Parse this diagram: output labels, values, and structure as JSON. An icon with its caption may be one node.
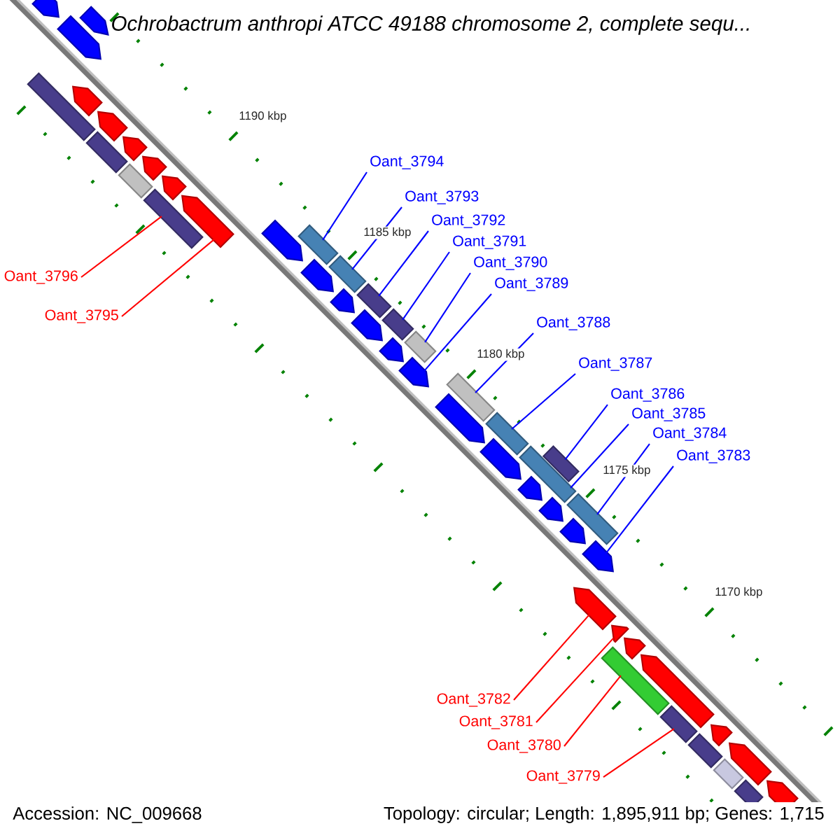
{
  "diagram": {
    "title": "Ochrobactrum anthropi ATCC 49188 chromosome 2, complete sequ...",
    "nodes": [
      {
        "text": [
          "Oant_3794"
        ]
      },
      {
        "text": [
          "Oant_3793"
        ]
      },
      {
        "text": [
          "Oant_3792"
        ]
      },
      {
        "text": [
          "Oant_3791"
        ]
      },
      {
        "text": [
          "Oant_3790"
        ]
      },
      {
        "text": [
          "Oant_3796"
        ]
      },
      {
        "text": [
          "Oant_3789"
        ]
      },
      {
        "text": [
          "Oant_3795"
        ]
      },
      {
        "text": [
          "Oant_3788"
        ]
      },
      {
        "text": [
          "Oant_3787"
        ]
      },
      {
        "text": [
          "Oant_3786"
        ]
      },
      {
        "text": [
          "Oant_3785"
        ]
      },
      {
        "text": [
          "Oant_3784"
        ]
      },
      {
        "text": [
          "Oant_3783"
        ]
      },
      {
        "text": [
          "Oant_3782"
        ]
      },
      {
        "text": [
          "Oant_3781"
        ]
      },
      {
        "text": [
          "Oant_3780"
        ]
      },
      {
        "text": [
          "Oant_3779"
        ]
      },
      {
        "text": [],
        "shape": "arrow"
      },
      {
        "text": [],
        "shape": "arrow"
      },
      {
        "text": [],
        "shape": "arrow"
      },
      {
        "text": [],
        "shape": "box"
      },
      {
        "text": [],
        "shape": "arrow"
      },
      {
        "text": [],
        "shape": "arrow"
      },
      {
        "text": [],
        "shape": "box"
      },
      {
        "text": [],
        "shape": "arrow"
      },
      {
        "text": [],
        "shape": "arrow"
      },
      {
        "text": [],
        "shape": "box"
      },
      {
        "text": [],
        "shape": "arrow"
      },
      {
        "text": [],
        "shape": "box"
      },
      {
        "text": [],
        "shape": "arrow"
      },
      {
        "text": [],
        "shape": "arrow"
      },
      {
        "text": [],
        "shape": "box"
      },
      {
        "text": [],
        "shape": "arrow"
      },
      {
        "text": [],
        "shape": "box"
      },
      {
        "text": [],
        "shape": "arrow"
      },
      {
        "text": [],
        "shape": "box"
      },
      {
        "text": [],
        "shape": "arrow"
      },
      {
        "text": [],
        "shape": "box"
      },
      {
        "text": [],
        "shape": "arrow"
      },
      {
        "text": [],
        "shape": "box"
      },
      {
        "text": [],
        "shape": "arrow"
      },
      {
        "text": [],
        "shape": "box"
      },
      {
        "text": [],
        "shape": "arrow"
      },
      {
        "text": [],
        "shape": "box"
      },
      {
        "text": [],
        "shape": "arrow"
      },
      {
        "text": [],
        "shape": "box"
      },
      {
        "text": [],
        "shape": "box"
      },
      {
        "text": [],
        "shape": "arrow"
      },
      {
        "text": [],
        "shape": "arrow"
      },
      {
        "text": [],
        "shape": "box"
      },
      {
        "text": [],
        "shape": "arrow"
      },
      {
        "text": [],
        "shape": "arrow"
      },
      {
        "text": [],
        "shape": "arrow"
      },
      {
        "text": [],
        "shape": "arrow"
      },
      {
        "text": [],
        "shape": "box"
      },
      {
        "text": [],
        "shape": "arrow"
      },
      {
        "text": [],
        "shape": "arrow"
      },
      {
        "text": [],
        "shape": "box"
      },
      {
        "text": [],
        "shape": "box"
      },
      {
        "text": [],
        "shape": "arrow"
      },
      {
        "text": [],
        "shape": "arrow"
      },
      {
        "text": [],
        "shape": "box"
      },
      {
        "text": [],
        "shape": "arrow"
      },
      {
        "text": [],
        "shape": "box"
      }
    ],
    "edges": [
      {
        "from": 0,
        "to": 32,
        "arrow": "none"
      },
      {
        "from": 1,
        "to": 34,
        "arrow": "none"
      },
      {
        "from": 2,
        "to": 36,
        "arrow": "none"
      },
      {
        "from": 3,
        "to": 38,
        "arrow": "none"
      },
      {
        "from": 4,
        "to": 40,
        "arrow": "none"
      },
      {
        "from": 5,
        "to": 29,
        "arrow": "none",
        "color": "#ff0000"
      },
      {
        "from": 6,
        "to": 41,
        "arrow": "none"
      },
      {
        "from": 7,
        "to": 30,
        "arrow": "none",
        "color": "#ff0000"
      },
      {
        "from": 8,
        "to": 42,
        "arrow": "none"
      },
      {
        "from": 9,
        "to": 44,
        "arrow": "none"
      },
      {
        "from": 10,
        "to": 47,
        "arrow": "none"
      },
      {
        "from": 11,
        "to": 46,
        "arrow": "none"
      },
      {
        "from": 12,
        "to": 50,
        "arrow": "none"
      },
      {
        "from": 13,
        "to": 52,
        "arrow": "none"
      },
      {
        "from": 14,
        "to": 53,
        "arrow": "none",
        "color": "#ff0000"
      },
      {
        "from": 15,
        "to": 54,
        "arrow": "none",
        "color": "#ff0000"
      },
      {
        "from": 16,
        "to": 55,
        "arrow": "none",
        "color": "#ff0000"
      },
      {
        "from": 17,
        "to": 58,
        "arrow": "none",
        "color": "#ff0000"
      }
    ],
    "labels": [
      "1190 kbp",
      "1185 kbp",
      "1180 kbp",
      "1175 kbp",
      "1170 kbp",
      "Accession: NC_009668",
      "Topology: circular; Length: 1,895,911 bp; Genes: 1,715"
    ]
  }
}
